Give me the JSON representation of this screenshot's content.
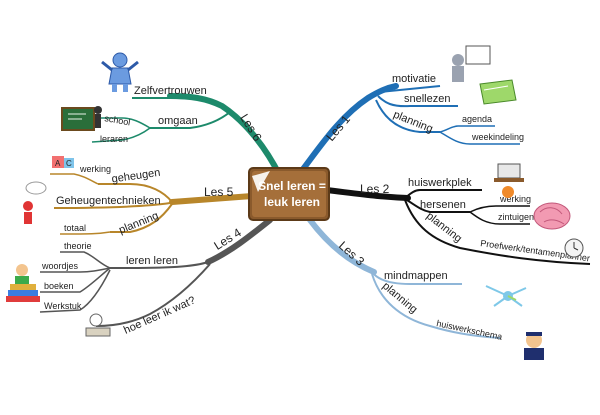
{
  "center": {
    "line1": "Snel leren =",
    "line2": "leuk leren"
  },
  "branches": {
    "les1": {
      "label": "Les 1",
      "color": "#1f6fb5",
      "items": {
        "motivatie": "motivatie",
        "snellezen": "snellezen",
        "planning": "planning",
        "agenda": "agenda",
        "weekindeling": "weekindeling"
      }
    },
    "les2": {
      "label": "Les 2",
      "color": "#111111",
      "items": {
        "huiswerkplek": "huiswerkplek",
        "hersenen": "hersenen",
        "werking": "werking",
        "zintuigen": "zintuigen",
        "planning": "planning",
        "proefwerk": "Proefwerk/tentamenplanner"
      }
    },
    "les3": {
      "label": "Les 3",
      "color": "#8fb6d8",
      "items": {
        "mindmappen": "mindmappen",
        "planning": "planning",
        "huiswerkschema": "huiswerkschema"
      }
    },
    "les4": {
      "label": "Les 4",
      "color": "#555555",
      "items": {
        "lerenleren": "leren leren",
        "theorie": "theorie",
        "woordjes": "woordjes",
        "boeken": "boeken",
        "werkstuk": "Werkstuk",
        "hoeleer": "hoe leer ik wat?"
      }
    },
    "les5": {
      "label": "Les 5",
      "color": "#b8862a",
      "items": {
        "geheugen": "geheugen",
        "werking": "werking",
        "technieken": "Geheugentechnieken",
        "planning": "planning",
        "totaal": "totaal"
      }
    },
    "les6": {
      "label": "Les 6",
      "color": "#1d8a6b",
      "items": {
        "zelfvertrouwen": "Zelfvertrouwen",
        "omgaan": "omgaan",
        "school": "school",
        "leraren": "leraren"
      }
    }
  },
  "icons": [
    "person-icon",
    "book-icon",
    "presenter-icon",
    "chalkboard-icon",
    "abc-blocks-icon",
    "thinking-person-icon",
    "desk-icon",
    "fox-icon",
    "brain-icon",
    "alarm-clock-icon",
    "mindmap-icon",
    "student-icon",
    "reader-icon",
    "books-icon"
  ]
}
